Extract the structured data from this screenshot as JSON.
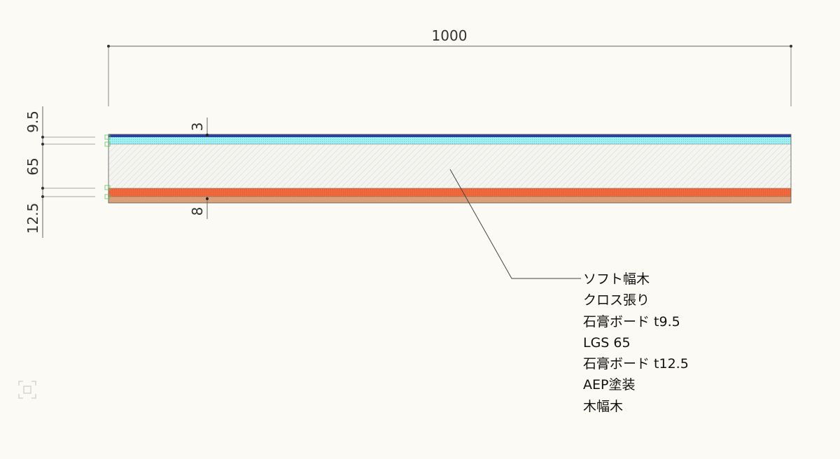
{
  "dimensions": {
    "overall_width": "1000",
    "left_thicknesses": [
      "9.5",
      "65",
      "12.5"
    ],
    "finish_top": "3",
    "finish_bottom": "8"
  },
  "legend": {
    "labels": [
      "ソフト幅木",
      "クロス張り",
      "石膏ボード t9.5",
      "LGS 65",
      "石膏ボード t12.5",
      "AEP塗装",
      "木幅木"
    ]
  },
  "colors": {
    "background": "#fbfaf4",
    "soft_baseboard": "#2b3fa0",
    "gypsum_9_5": "#9ff0f2",
    "lgs": "#f2f2ee",
    "gypsum_12_5": "#f06a3e",
    "wood_baseboard": "#d9a07a",
    "dimension_line": "#555555"
  },
  "icons": {
    "corner": "frame-select-icon"
  }
}
